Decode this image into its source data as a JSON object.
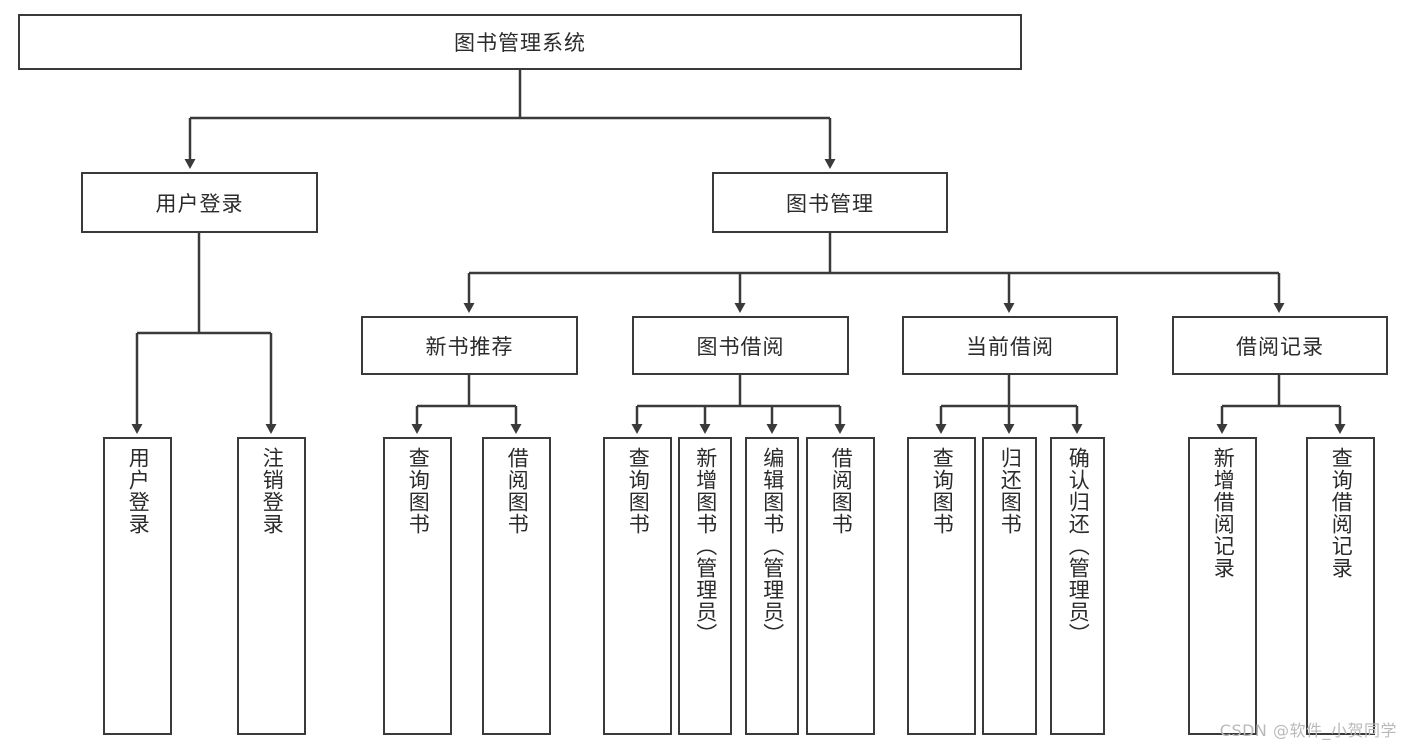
{
  "diagram": {
    "title": "图书管理系统",
    "type": "功能结构图",
    "watermark": "CSDN @软件_小贺同学",
    "colors": {
      "border": "#3a3a3a",
      "background": "#ffffff",
      "text": "#2b2b2b",
      "edge": "#3a3a3a",
      "watermark": "#b9b9b9"
    },
    "nodes": {
      "root": {
        "label": "图书管理系统"
      },
      "level2": [
        {
          "label": "用户登录"
        },
        {
          "label": "图书管理"
        }
      ],
      "level3": [
        {
          "label": "新书推荐"
        },
        {
          "label": "图书借阅"
        },
        {
          "label": "当前借阅"
        },
        {
          "label": "借阅记录"
        }
      ],
      "leaves": {
        "user_login": [
          {
            "label": "用户登录"
          },
          {
            "label": "注销登录"
          }
        ],
        "new_book_recommend": [
          {
            "label": "查询图书"
          },
          {
            "label": "借阅图书"
          }
        ],
        "book_borrow": [
          {
            "label": "查询图书"
          },
          {
            "label": "新增图书（管理员）"
          },
          {
            "label": "编辑图书（管理员）"
          },
          {
            "label": "借阅图书"
          }
        ],
        "current_borrow": [
          {
            "label": "查询图书"
          },
          {
            "label": "归还图书"
          },
          {
            "label": "确认归还（管理员）"
          }
        ],
        "borrow_record": [
          {
            "label": "新增借阅记录"
          },
          {
            "label": "查询借阅记录"
          }
        ]
      }
    }
  }
}
